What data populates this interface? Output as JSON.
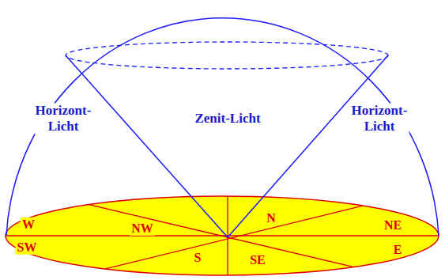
{
  "diagram": {
    "labels": [
      "Zenit-Licht",
      "Horizont- Licht",
      "Horizont- Licht",
      "W",
      "NW",
      "N",
      "NE",
      "SW",
      "S",
      "SE",
      "E"
    ]
  }
}
